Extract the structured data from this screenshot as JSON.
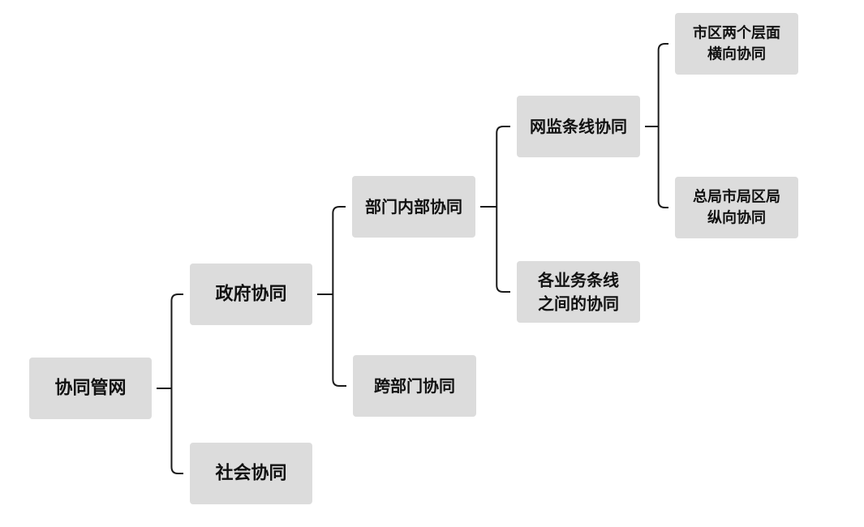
{
  "diagram": {
    "nodes": [
      {
        "id": "root",
        "label": "协同管网"
      },
      {
        "id": "gov",
        "label": "政府协同"
      },
      {
        "id": "social",
        "label": "社会协同"
      },
      {
        "id": "intra",
        "label": "部门内部协同"
      },
      {
        "id": "cross",
        "label": "跨部门协同"
      },
      {
        "id": "line",
        "label": "网监条线协同"
      },
      {
        "id": "between",
        "label": [
          "各业务条线",
          "之间的协同"
        ]
      },
      {
        "id": "horizontal",
        "label": [
          "市区两个层面",
          "横向协同"
        ]
      },
      {
        "id": "vertical",
        "label": [
          "总局市局区局",
          "纵向协同"
        ]
      }
    ],
    "edges": [
      [
        "root",
        "gov"
      ],
      [
        "root",
        "social"
      ],
      [
        "gov",
        "intra"
      ],
      [
        "gov",
        "cross"
      ],
      [
        "intra",
        "line"
      ],
      [
        "intra",
        "between"
      ],
      [
        "line",
        "horizontal"
      ],
      [
        "line",
        "vertical"
      ]
    ]
  },
  "colors": {
    "node_fill": "#dcdcdc",
    "text": "#111111",
    "line": "#1a1a1a"
  }
}
